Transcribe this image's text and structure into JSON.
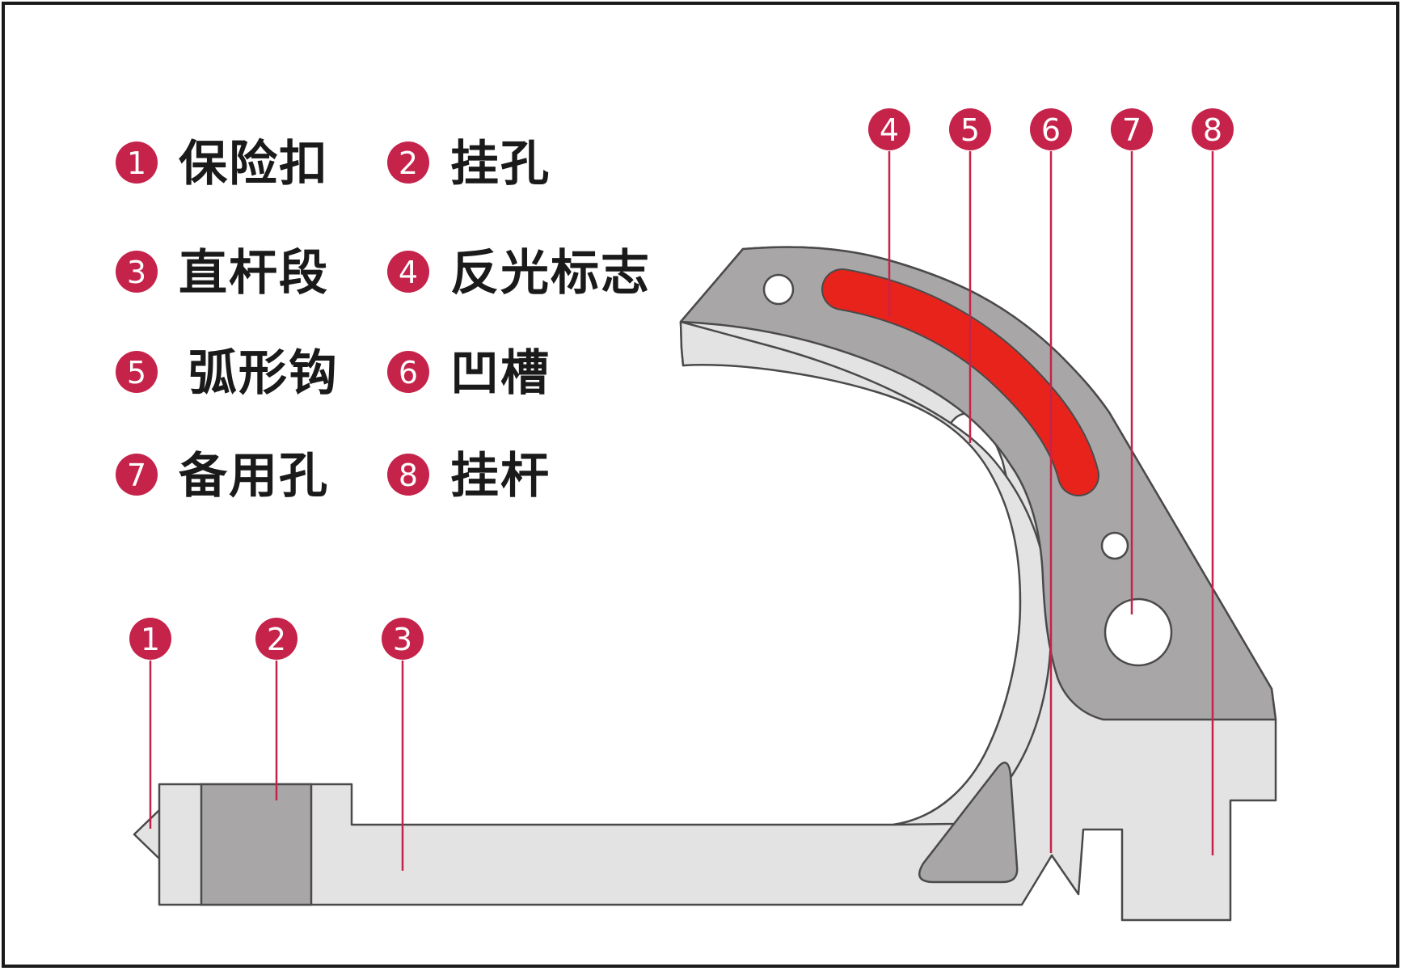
{
  "legend": {
    "items": [
      {
        "num": "1",
        "label": "保险扣"
      },
      {
        "num": "2",
        "label": "挂孔"
      },
      {
        "num": "3",
        "label": "直杆段"
      },
      {
        "num": "4",
        "label": "反光标志"
      },
      {
        "num": "5",
        "label": "弧形钩"
      },
      {
        "num": "6",
        "label": "凹槽"
      },
      {
        "num": "7",
        "label": "备用孔"
      },
      {
        "num": "8",
        "label": "挂杆"
      }
    ]
  },
  "callouts": {
    "top": [
      "4",
      "5",
      "6",
      "7",
      "8"
    ],
    "bottom": [
      "1",
      "2",
      "3"
    ]
  },
  "colors": {
    "badge_red": "#c5234a",
    "callout_line_red": "#c5234a",
    "reflective_strip_red": "#e8231c",
    "face_gray": "#a9a6a7",
    "side_gray": "#e4e3e3",
    "outline_gray": "#4a4a4a",
    "frame_black": "#1a1a1a",
    "text_black": "#1a1a1a"
  }
}
